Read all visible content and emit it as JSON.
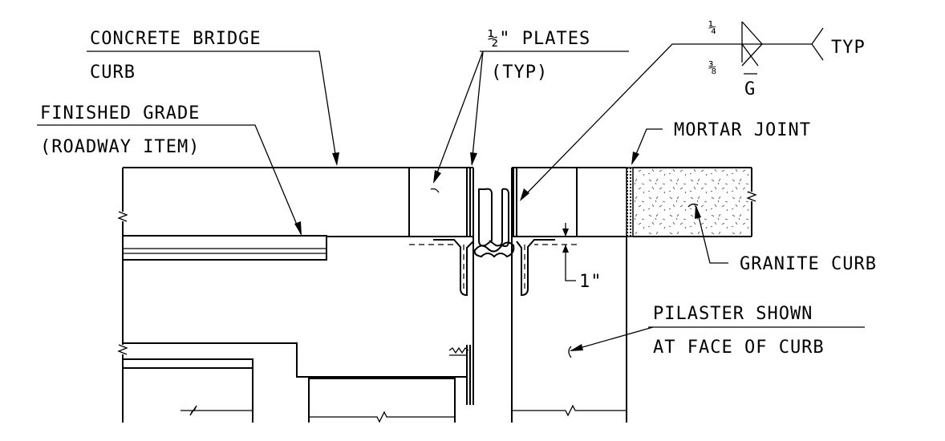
{
  "labels": {
    "concrete_bridge_1": "CONCRETE BRIDGE",
    "concrete_bridge_2": "CURB",
    "finished_grade_1": "FINISHED GRADE",
    "finished_grade_2": "(ROADWAY ITEM)",
    "plates_1": "½\" PLATES",
    "plates_2": "(TYP)",
    "weld_top": "¼",
    "weld_bottom": "⅜",
    "weld_g": "G",
    "weld_typ": "TYP",
    "mortar_joint": "MORTAR JOINT",
    "granite_curb": "GRANITE CURB",
    "dim_1in": "1\"",
    "pilaster_1": "PILASTER SHOWN",
    "pilaster_2": "AT FACE OF CURB"
  },
  "colors": {
    "line": "#000000",
    "background": "#ffffff"
  }
}
